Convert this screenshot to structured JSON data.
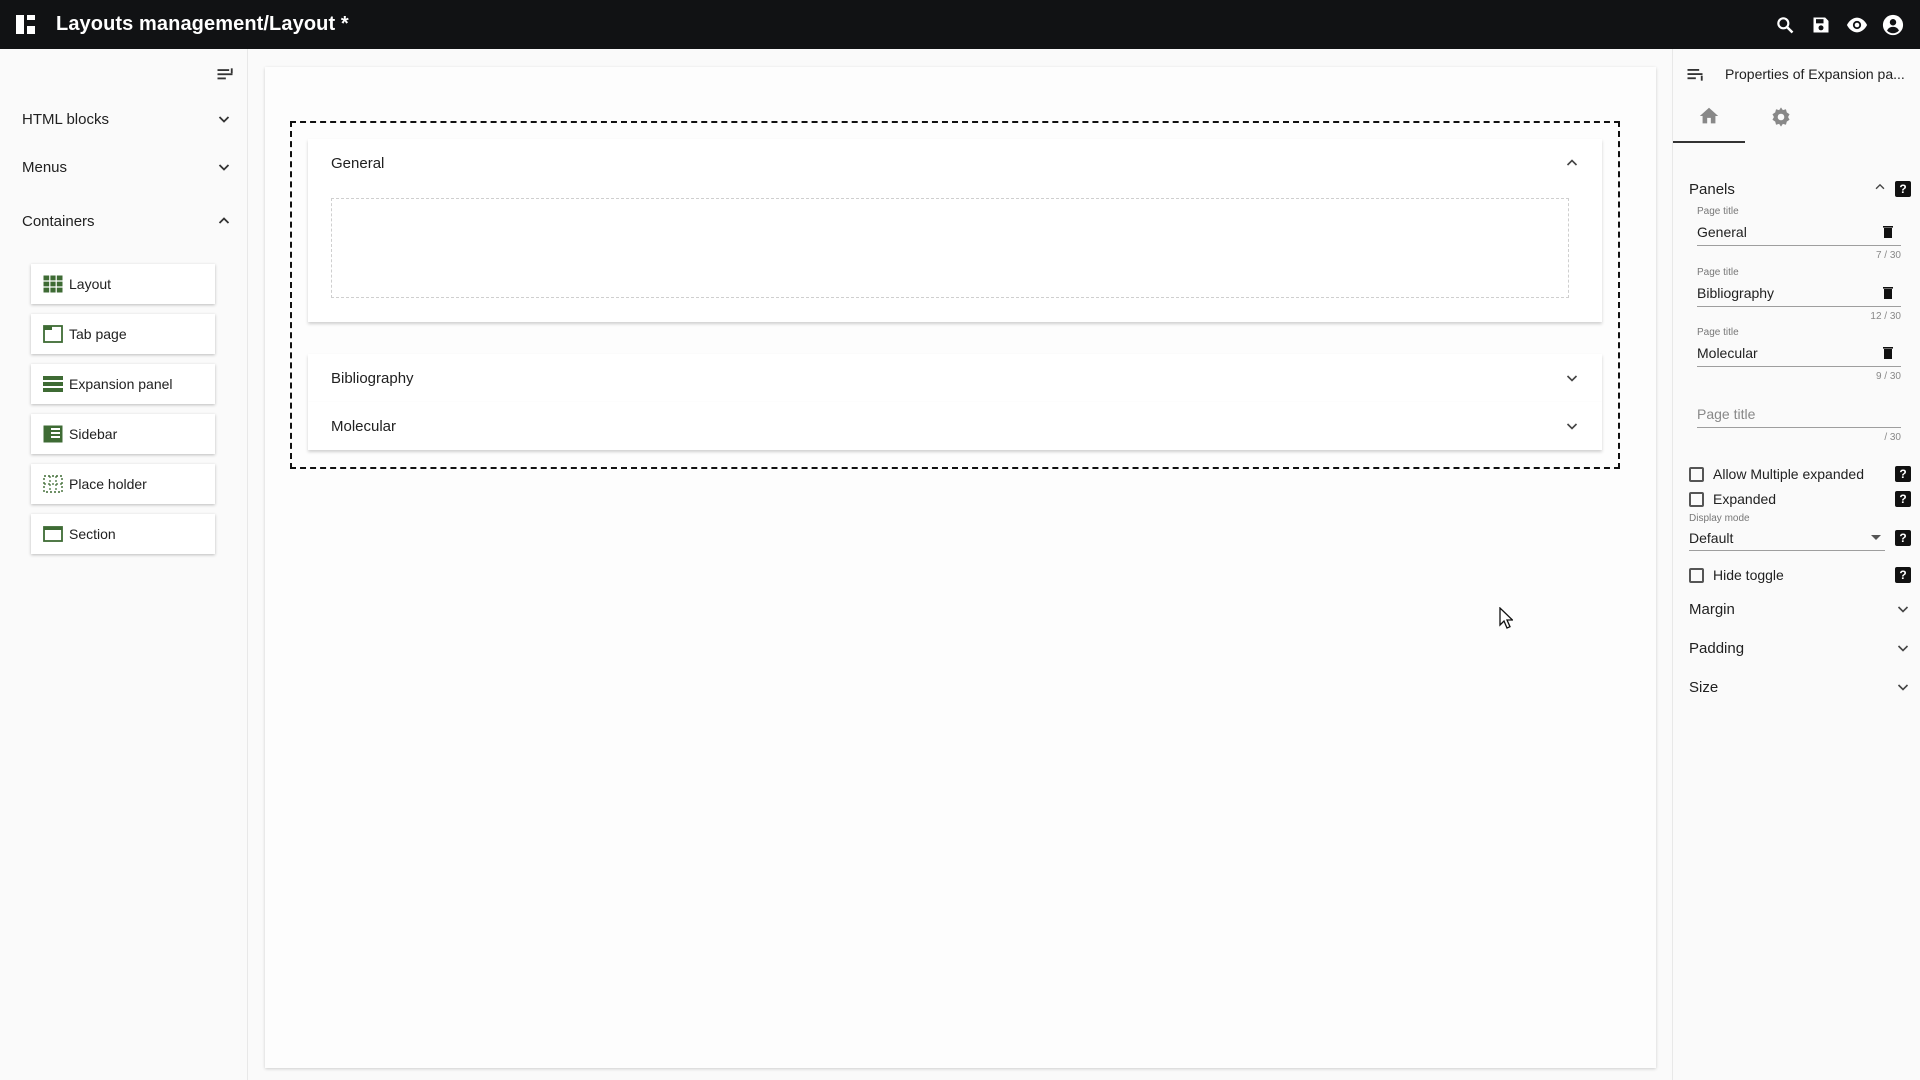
{
  "app": {
    "title": "Layouts management/Layout *"
  },
  "topbar": {
    "icons": [
      "apps-icon",
      "search-icon",
      "save-icon",
      "eye-icon",
      "account-icon"
    ]
  },
  "left_panel": {
    "categories": [
      {
        "label": "HTML blocks",
        "expanded": false
      },
      {
        "label": "Menus",
        "expanded": false
      },
      {
        "label": "Containers",
        "expanded": true
      }
    ],
    "containers": [
      {
        "label": "Layout",
        "icon": "grid-icon"
      },
      {
        "label": "Tab page",
        "icon": "tab-page-icon"
      },
      {
        "label": "Expansion panel",
        "icon": "expansion-panel-icon"
      },
      {
        "label": "Sidebar",
        "icon": "sidebar-icon"
      },
      {
        "label": "Place holder",
        "icon": "placeholder-icon"
      },
      {
        "label": "Section",
        "icon": "section-icon"
      }
    ]
  },
  "canvas": {
    "panels": [
      {
        "title": "General",
        "expanded": true
      },
      {
        "title": "Bibliography",
        "expanded": false
      },
      {
        "title": "Molecular",
        "expanded": false
      }
    ]
  },
  "right_panel": {
    "title": "Properties of Expansion pa...",
    "tabs": [
      "home-icon",
      "gear-icon"
    ],
    "panels_section": "Panels",
    "page_titles": [
      {
        "label": "Page title",
        "value": "General",
        "counter": "7 / 30"
      },
      {
        "label": "Page title",
        "value": "Bibliography",
        "counter": "12 / 30"
      },
      {
        "label": "Page title",
        "value": "Molecular",
        "counter": "9 / 30"
      }
    ],
    "new_page_title": {
      "placeholder": "Page title",
      "counter": "/ 30"
    },
    "options": [
      {
        "label": "Allow Multiple expanded",
        "checked": false
      },
      {
        "label": "Expanded",
        "checked": false
      }
    ],
    "display_mode": {
      "label": "Display mode",
      "value": "Default"
    },
    "hide_toggle": {
      "label": "Hide toggle",
      "checked": false
    },
    "sections": [
      "Margin",
      "Padding",
      "Size"
    ],
    "help_glyph": "?"
  }
}
